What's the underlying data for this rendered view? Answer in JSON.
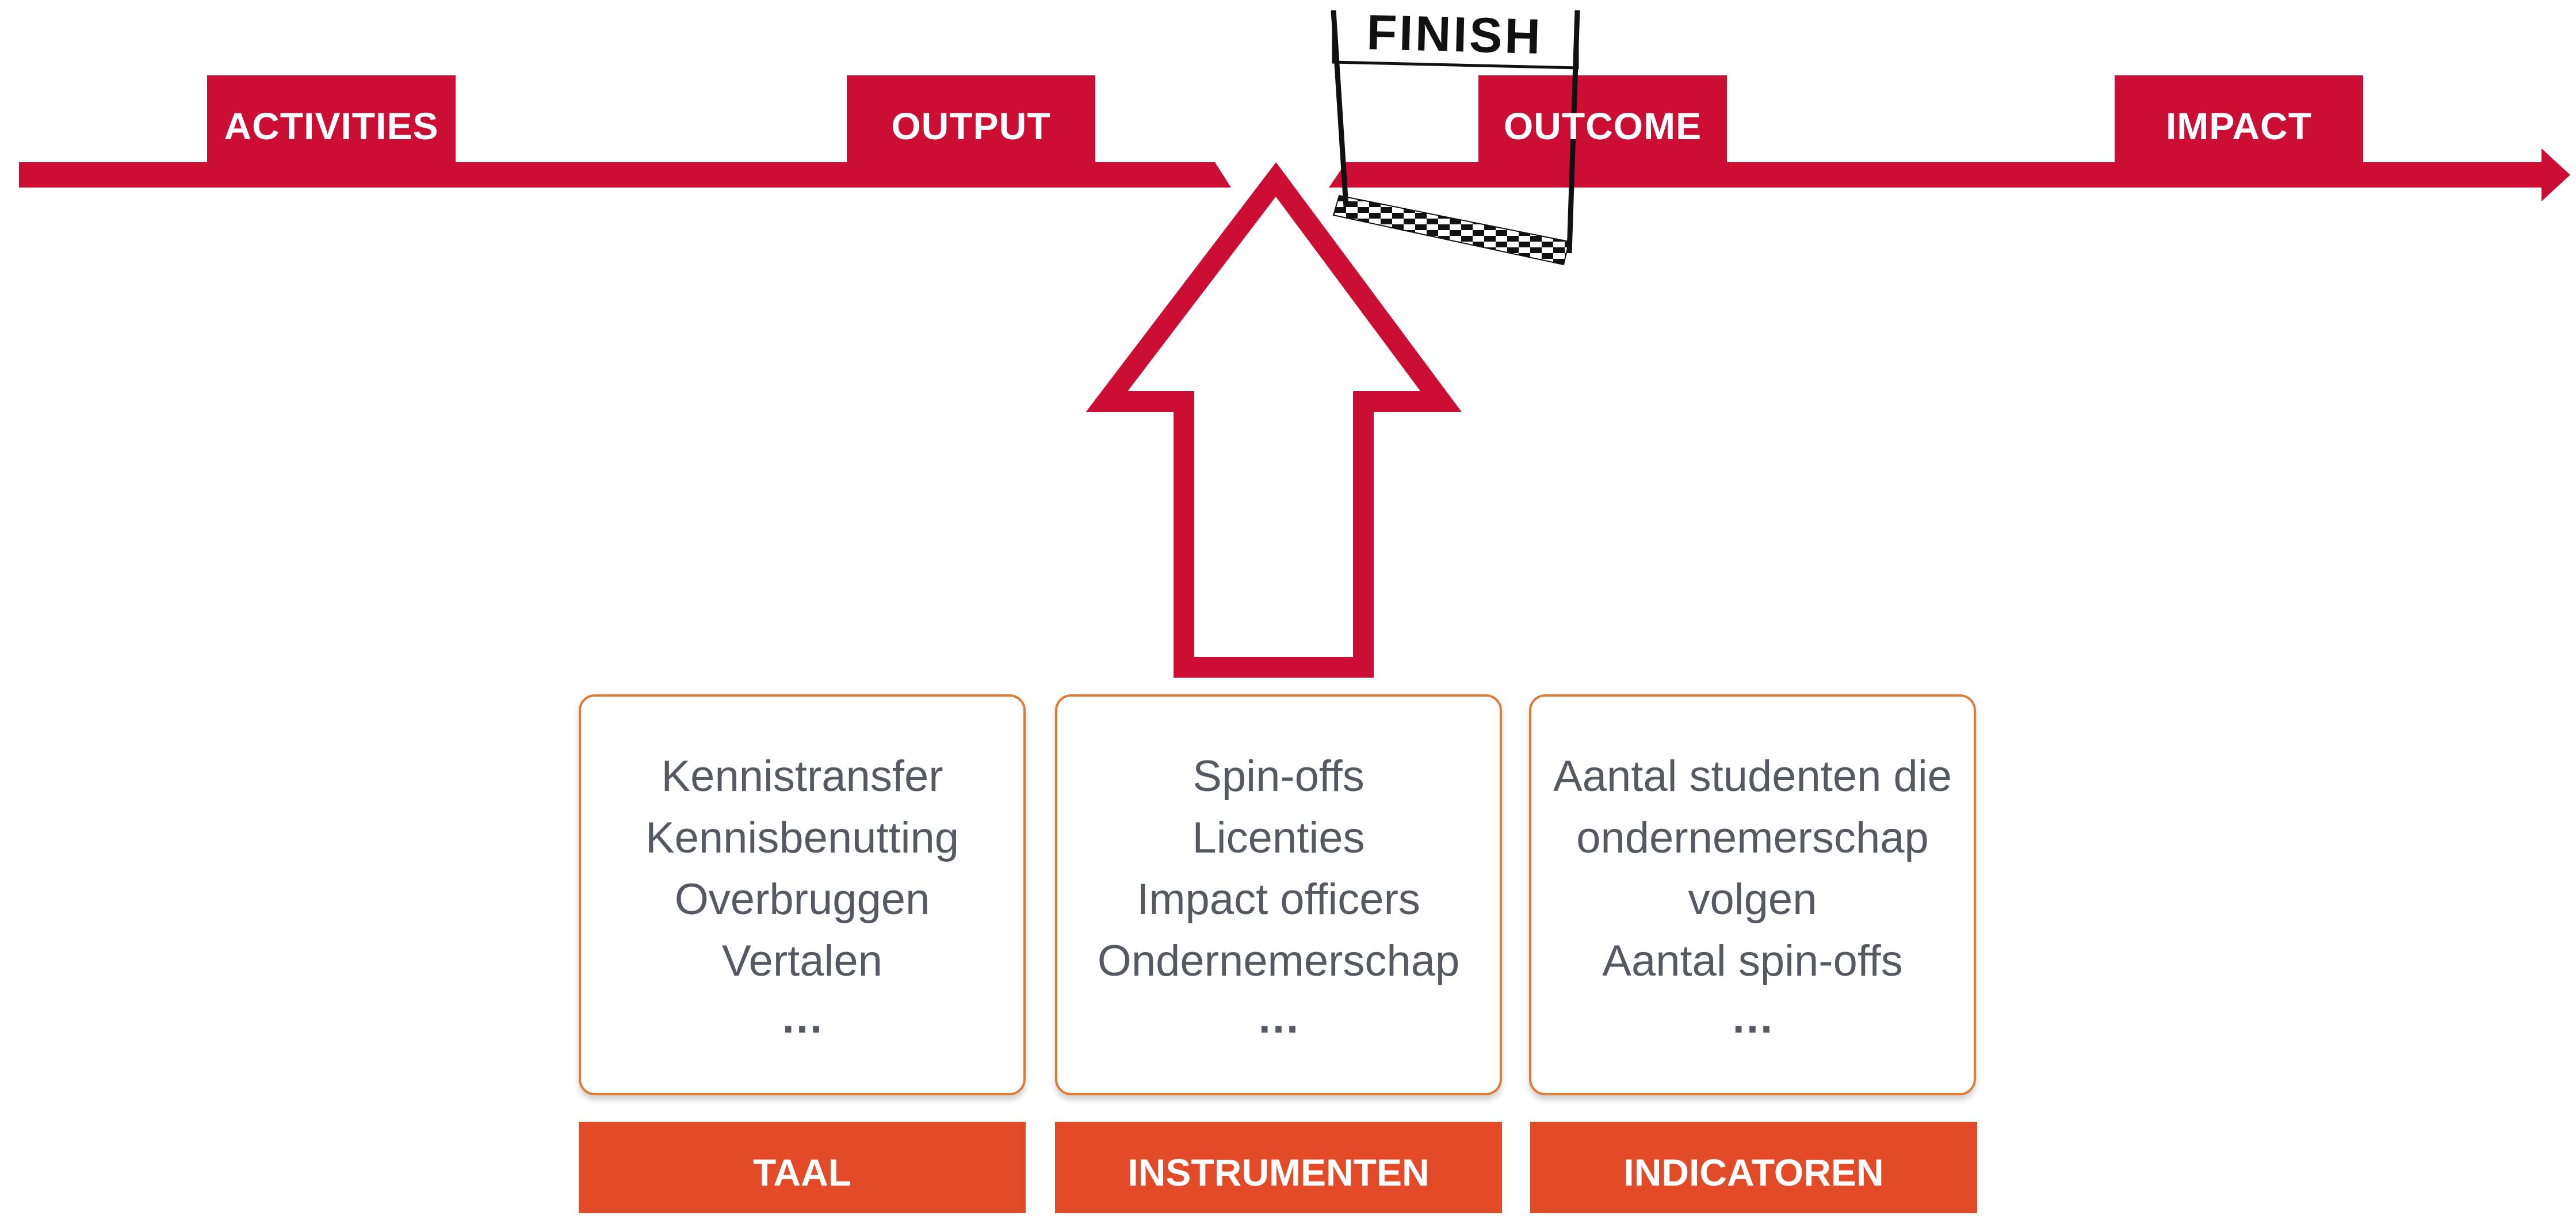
{
  "timeline": {
    "stages": [
      "ACTIVITIES",
      "OUTPUT",
      "OUTCOME",
      "IMPACT"
    ],
    "finish_label": "FINISH"
  },
  "boxes": [
    {
      "lines": [
        "Kennistransfer",
        "Kennisbenutting",
        "Overbruggen",
        "Vertalen"
      ],
      "ellipsis": "…"
    },
    {
      "lines": [
        "Spin-offs",
        "Licenties",
        "Impact officers",
        "Ondernemerschap"
      ],
      "ellipsis": "…"
    },
    {
      "lines": [
        "Aantal studenten die",
        "ondernemerschap",
        "volgen",
        "Aantal spin-offs"
      ],
      "ellipsis": "…"
    }
  ],
  "categories": [
    "TAAL",
    "INSTRUMENTEN",
    "INDICATOREN"
  ],
  "colors": {
    "timeline": "#cc0d34",
    "category": "#e34a28",
    "box_border": "#e07a35",
    "text": "#555962"
  }
}
